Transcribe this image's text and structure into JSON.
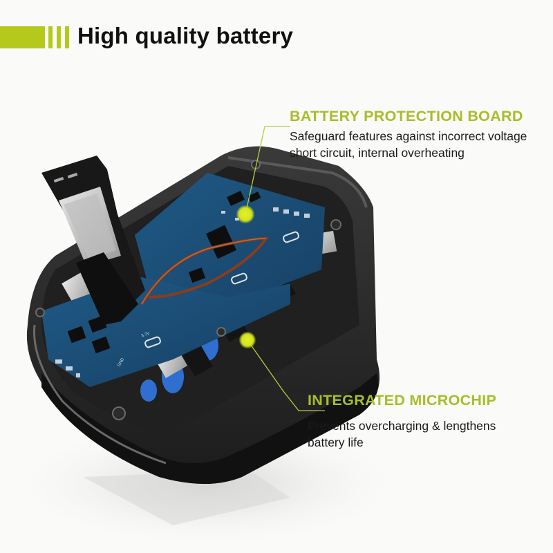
{
  "header": {
    "title": "High quality battery",
    "accent_color": "#b5c91c"
  },
  "callouts": [
    {
      "title": "BATTERY PROTECTION BOARD",
      "lines": [
        "Safeguard features against incorrect voltage",
        "short circuit, internal overheating"
      ],
      "color": "#a9bd2a"
    },
    {
      "title": "INTEGRATED MICROCHIP",
      "lines": [
        "Prevents overcharging & lengthens",
        "battery life"
      ],
      "color": "#a9bd2a"
    }
  ],
  "image": {
    "subject": "opened battery pack showing blue circuit board",
    "pcb_labels": [
      "GND",
      "3.7V"
    ]
  }
}
